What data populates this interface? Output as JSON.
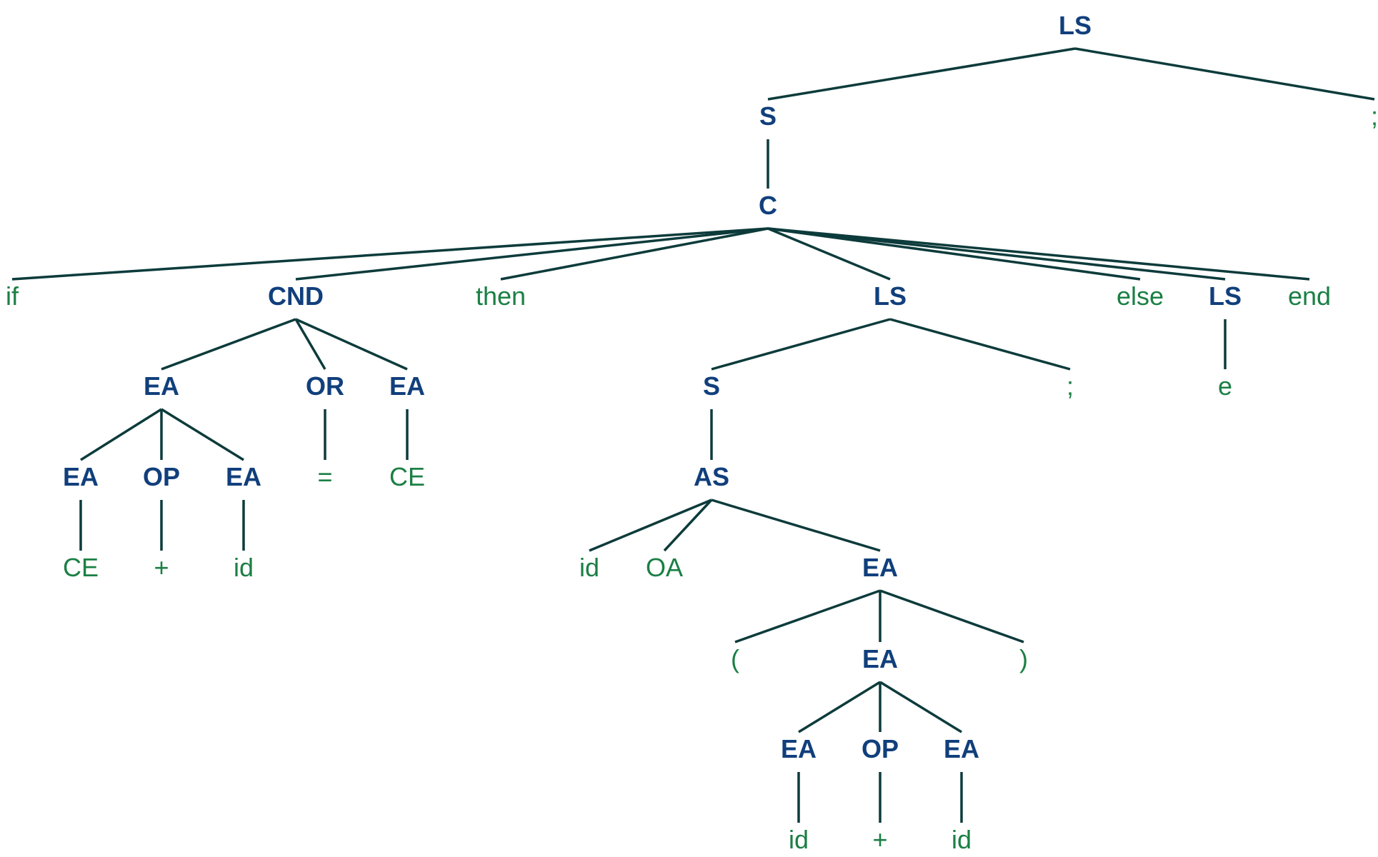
{
  "colors": {
    "nonterminal": "#113f7c",
    "terminal": "#1b7f44",
    "edge": "#0d3b3b",
    "background": "#ffffff"
  },
  "nodes": {
    "n0": {
      "label": "LS"
    },
    "n1": {
      "label": "S"
    },
    "n2": {
      "label": ";"
    },
    "n3": {
      "label": "C"
    },
    "n4": {
      "label": "if"
    },
    "n5": {
      "label": "CND"
    },
    "n6": {
      "label": "then"
    },
    "n7": {
      "label": "LS"
    },
    "n8": {
      "label": "else"
    },
    "n9": {
      "label": "LS"
    },
    "n10": {
      "label": "end"
    },
    "n11": {
      "label": "EA"
    },
    "n12": {
      "label": "OR"
    },
    "n13": {
      "label": "EA"
    },
    "n14": {
      "label": "EA"
    },
    "n15": {
      "label": "OP"
    },
    "n16": {
      "label": "EA"
    },
    "n17": {
      "label": "CE"
    },
    "n18": {
      "label": "+"
    },
    "n19": {
      "label": "id"
    },
    "n20": {
      "label": "="
    },
    "n21": {
      "label": "CE"
    },
    "n22": {
      "label": "S"
    },
    "n23": {
      "label": ";"
    },
    "n24": {
      "label": "AS"
    },
    "n25": {
      "label": "id"
    },
    "n26": {
      "label": "OA"
    },
    "n27": {
      "label": "EA"
    },
    "n28": {
      "label": "("
    },
    "n29": {
      "label": "EA"
    },
    "n30": {
      "label": ")"
    },
    "n31": {
      "label": "EA"
    },
    "n32": {
      "label": "OP"
    },
    "n33": {
      "label": "EA"
    },
    "n34": {
      "label": "id"
    },
    "n35": {
      "label": "+"
    },
    "n36": {
      "label": "id"
    },
    "n37": {
      "label": "e"
    }
  },
  "edges": [
    [
      "n0",
      "n1"
    ],
    [
      "n0",
      "n2"
    ],
    [
      "n1",
      "n3"
    ],
    [
      "n3",
      "n4"
    ],
    [
      "n3",
      "n5"
    ],
    [
      "n3",
      "n6"
    ],
    [
      "n3",
      "n7"
    ],
    [
      "n3",
      "n8"
    ],
    [
      "n3",
      "n9"
    ],
    [
      "n3",
      "n10"
    ],
    [
      "n5",
      "n11"
    ],
    [
      "n5",
      "n12"
    ],
    [
      "n5",
      "n13"
    ],
    [
      "n11",
      "n14"
    ],
    [
      "n11",
      "n15"
    ],
    [
      "n11",
      "n16"
    ],
    [
      "n14",
      "n17"
    ],
    [
      "n15",
      "n18"
    ],
    [
      "n16",
      "n19"
    ],
    [
      "n12",
      "n20"
    ],
    [
      "n13",
      "n21"
    ],
    [
      "n7",
      "n22"
    ],
    [
      "n7",
      "n23"
    ],
    [
      "n22",
      "n24"
    ],
    [
      "n24",
      "n25"
    ],
    [
      "n24",
      "n26"
    ],
    [
      "n24",
      "n27"
    ],
    [
      "n27",
      "n28"
    ],
    [
      "n27",
      "n29"
    ],
    [
      "n27",
      "n30"
    ],
    [
      "n29",
      "n31"
    ],
    [
      "n29",
      "n32"
    ],
    [
      "n29",
      "n33"
    ],
    [
      "n31",
      "n34"
    ],
    [
      "n32",
      "n35"
    ],
    [
      "n33",
      "n36"
    ],
    [
      "n9",
      "n37"
    ]
  ]
}
